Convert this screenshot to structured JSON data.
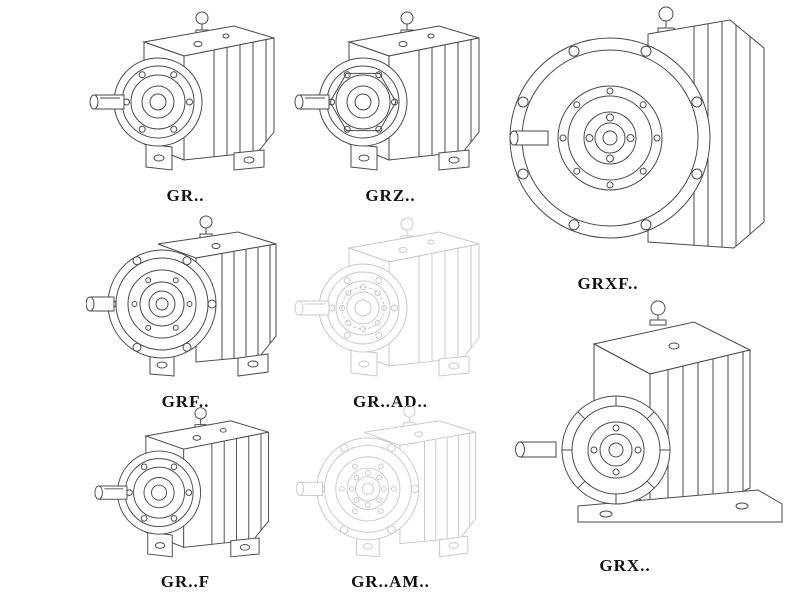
{
  "page": {
    "background": "#ffffff",
    "description_labels_only": true
  },
  "style": {
    "line_color": "#4a4a4a",
    "light_line_color": "#c9c9c9",
    "label_color": "#111111"
  },
  "products": [
    {
      "id": "gr",
      "label": "GR.."
    },
    {
      "id": "grz",
      "label": "GRZ.."
    },
    {
      "id": "grxf",
      "label": "GRXF.."
    },
    {
      "id": "grf",
      "label": "GRF.."
    },
    {
      "id": "gr-ad",
      "label": "GR..AD.."
    },
    {
      "id": "gr-f",
      "label": "GR..F"
    },
    {
      "id": "gr-am",
      "label": "GR..AM.."
    },
    {
      "id": "grx",
      "label": "GRX.."
    }
  ]
}
